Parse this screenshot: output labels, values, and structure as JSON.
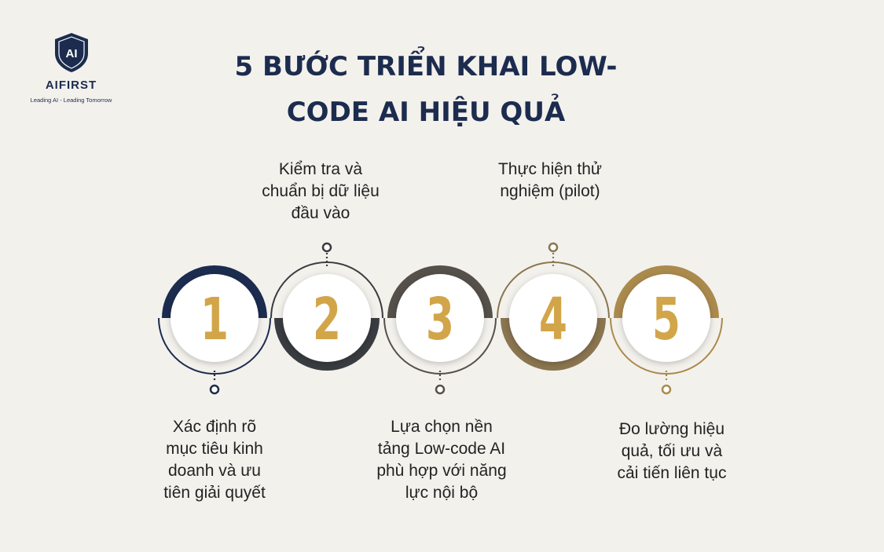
{
  "logo": {
    "monogram": "AI",
    "name": "AIFIRST",
    "tagline": "Leading AI - Leading Tomorrow"
  },
  "title": {
    "line1": "5 BƯỚC TRIỂN KHAI LOW-",
    "line2": "CODE AI HIỆU QUẢ"
  },
  "colors": {
    "navy": "#1c2c4f",
    "slate": "#393c40",
    "olive": "#55504a",
    "brown": "#8a7550",
    "gold": "#ab8a4d",
    "number": "#d2a549",
    "background": "#f3f1ec"
  },
  "steps": [
    {
      "number": "1",
      "label_lines": [
        "Xác định rõ",
        "mục tiêu kinh",
        "doanh và ưu",
        "tiên giải quyết"
      ]
    },
    {
      "number": "2",
      "label_lines": [
        "Kiểm tra và",
        "chuẩn bị dữ liệu",
        "đầu vào"
      ]
    },
    {
      "number": "3",
      "label_lines": [
        "Lựa chọn nền",
        "tảng Low-code AI",
        "phù hợp với năng",
        "lực nội bộ"
      ]
    },
    {
      "number": "4",
      "label_lines": [
        "Thực hiện thử",
        "nghiệm (pilot)"
      ]
    },
    {
      "number": "5",
      "label_lines": [
        "Đo lường hiệu",
        "quả, tối ưu và",
        "cải tiến liên tục"
      ]
    }
  ]
}
